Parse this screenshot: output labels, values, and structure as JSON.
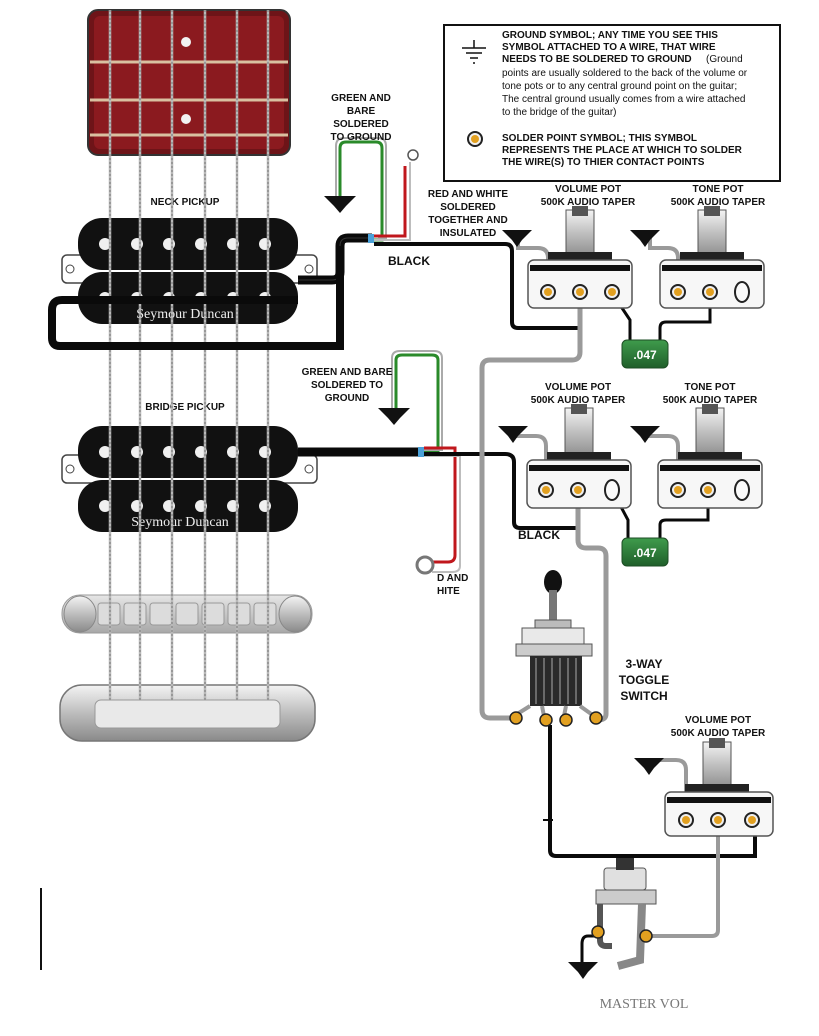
{
  "legend": {
    "ground_lines": [
      "GROUND SYMBOL; ANY TIME YOU SEE THIS",
      "SYMBOL ATTACHED TO A WIRE, THAT WIRE",
      "NEEDS TO BE SOLDERED TO GROUND"
    ],
    "ground_note_lines": [
      "(Ground",
      "points are usually soldered to the back of the volume or",
      "tone pots or to any central ground point on the guitar;",
      "The central ground usually comes from a wire attached",
      "to the bridge of the guitar)"
    ],
    "solder_lines": [
      "SOLDER POINT SYMBOL; THIS SYMBOL",
      "REPRESENTS THE PLACE AT WHICH TO SOLDER",
      "THE WIRE(S) TO THIER CONTACT POINTS"
    ]
  },
  "pickups": {
    "neck_label": "NECK PICKUP",
    "bridge_label": "BRIDGE PICKUP",
    "brand": "Seymour Duncan"
  },
  "notes": {
    "neck_ground": [
      "GREEN AND",
      "BARE",
      "SOLDERED",
      "TO GROUND"
    ],
    "red_white": [
      "RED AND WHITE",
      "SOLDERED",
      "TOGETHER AND",
      "INSULATED"
    ],
    "bridge_ground": [
      "GREEN AND BARE",
      "SOLDERED TO",
      "GROUND"
    ],
    "bridge_red_white": [
      "D AND",
      "HITE"
    ],
    "black_1": "BLACK",
    "black_2": "BLACK"
  },
  "pots": {
    "neck_volume": [
      "VOLUME POT",
      "500K AUDIO TAPER"
    ],
    "neck_tone": [
      "TONE POT",
      "500K AUDIO TAPER"
    ],
    "bridge_volume": [
      "VOLUME POT",
      "500K AUDIO TAPER"
    ],
    "bridge_tone": [
      "TONE POT",
      "500K AUDIO TAPER"
    ],
    "master_volume": [
      "VOLUME POT",
      "500K AUDIO TAPER"
    ]
  },
  "capacitors": {
    "neck": ".047",
    "bridge": ".047"
  },
  "switch": [
    "3-WAY",
    "TOGGLE",
    "SWITCH"
  ],
  "footer": "MASTER VOL",
  "colors": {
    "pickup_body": "#111111",
    "fretboard": "#8b1a1f",
    "capacitor": "#2e7d3a",
    "solder_point": "#e2a020",
    "green_wire": "#2a8a2a",
    "red_wire": "#c0171c",
    "lead_wire": "#9a9a9a"
  }
}
